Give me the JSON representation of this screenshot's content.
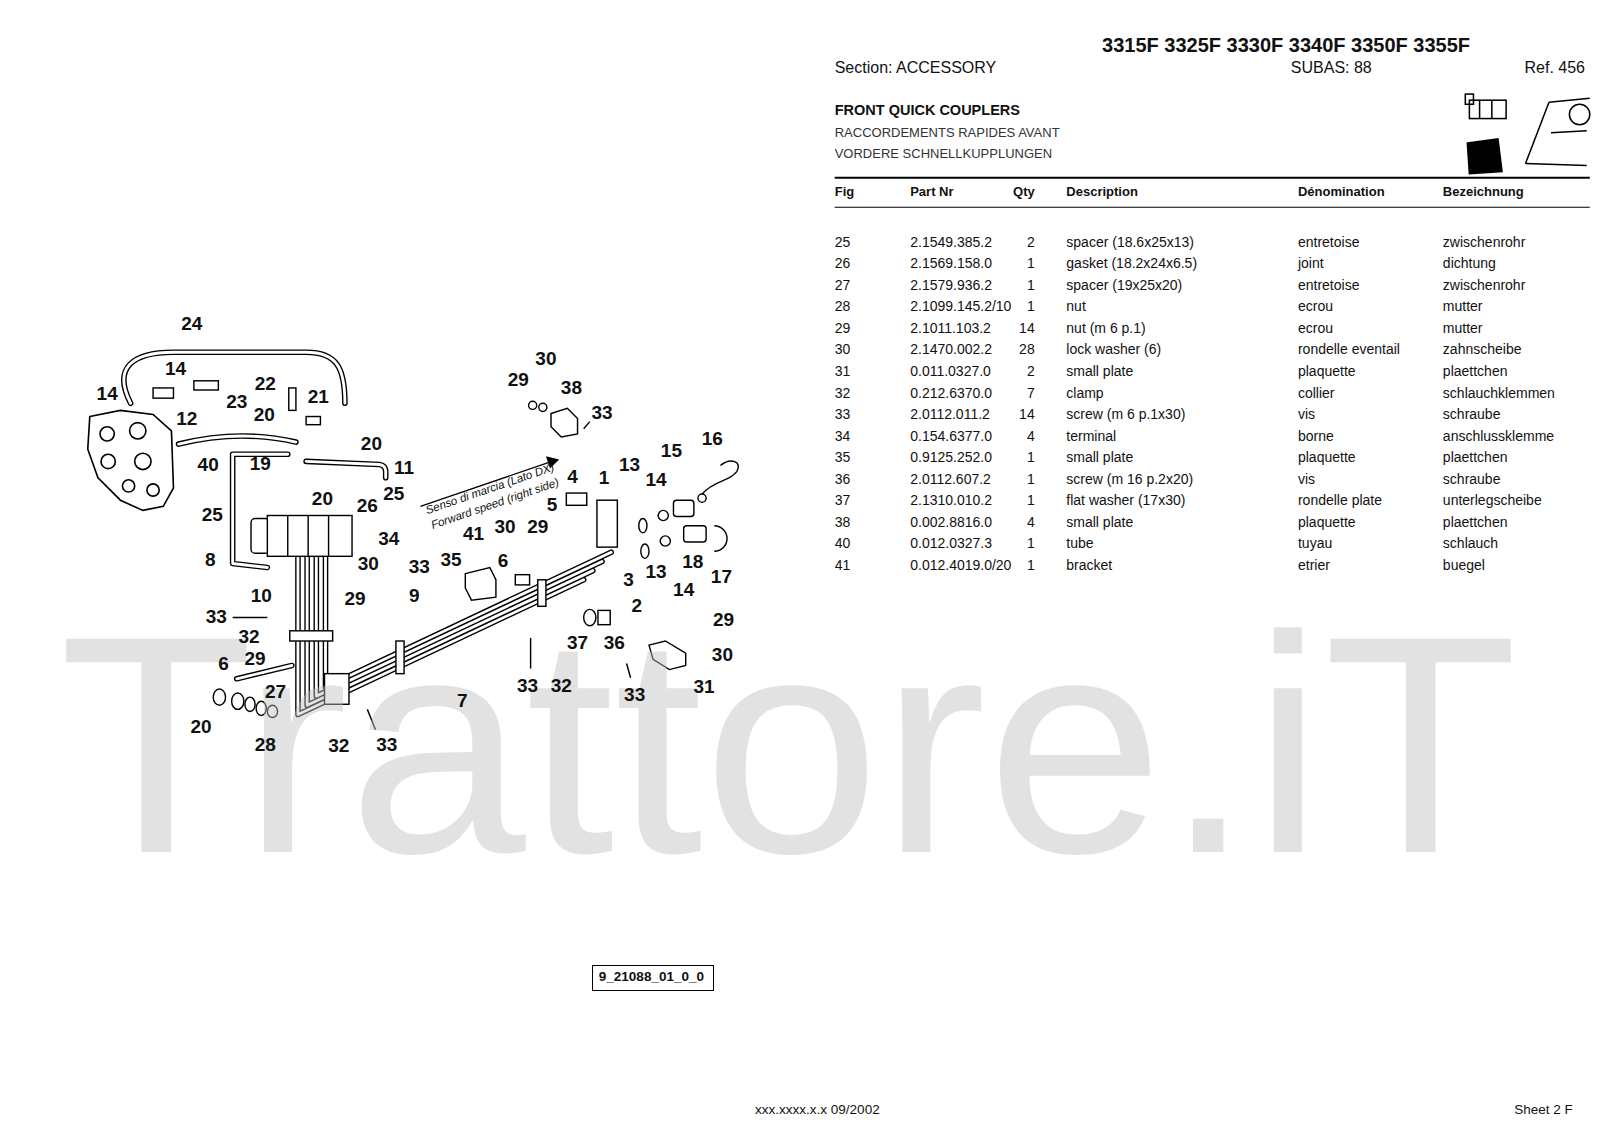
{
  "diagram": {
    "title": "FRONT QUICK COUPLERS",
    "nodes": [
      {
        "text": [
          "9_21088_01_0_0"
        ]
      }
    ],
    "labels": [
      "3315F 3325F 3330F 3340F 3350F 3355F",
      "Section: ACCESSORY",
      "SUBAS: 88",
      "Ref. 456",
      "RACCORDEMENTS RAPIDES AVANT",
      "VORDERE SCHNELLKUPPLUNGEN",
      "Fig",
      "Part Nr",
      "Qty",
      "Description",
      "Dénomination",
      "Bezeichnung",
      "25",
      "2.1549.385.2",
      "2",
      "spacer (18.6x25x13)",
      "entretoise",
      "zwischenrohr",
      "26",
      "2.1569.158.0",
      "1",
      "gasket (18.2x24x6.5)",
      "joint",
      "dichtung",
      "27",
      "2.1579.936.2",
      "1",
      "spacer (19x25x20)",
      "entretoise",
      "zwischenrohr",
      "28",
      "2.1099.145.2/10",
      "1",
      "nut",
      "ecrou",
      "mutter",
      "29",
      "2.1011.103.2",
      "14",
      "nut (m 6 p.1)",
      "ecrou",
      "mutter",
      "30",
      "2.1470.002.2",
      "28",
      "lock washer (6)",
      "rondelle eventail",
      "zahnscheibe",
      "31",
      "0.011.0327.0",
      "2",
      "small plate",
      "plaquette",
      "plaettchen",
      "32",
      "0.212.6370.0",
      "7",
      "clamp",
      "collier",
      "schlauchklemmen",
      "33",
      "2.0112.011.2",
      "14",
      "screw (m 6 p.1x30)",
      "vis",
      "schraube",
      "34",
      "0.154.6377.0",
      "4",
      "terminal",
      "borne",
      "anschlussklemme",
      "35",
      "0.9125.252.0",
      "1",
      "small plate",
      "plaquette",
      "plaettchen",
      "36",
      "2.0112.607.2",
      "1",
      "screw (m 16 p.2x20)",
      "vis",
      "schraube",
      "37",
      "2.1310.010.2",
      "1",
      "flat washer (17x30)",
      "rondelle plate",
      "unterlegscheibe",
      "38",
      "0.002.8816.0",
      "4",
      "small plate",
      "plaquette",
      "plaettchen",
      "40",
      "0.012.0327.3",
      "1",
      "tube",
      "tuyau",
      "schlauch",
      "41",
      "0.012.4019.0/20",
      "1",
      "bracket",
      "etrier",
      "buegel",
      "xxx.xxxx.x.x 09/2002",
      "Sheet 2 F",
      "Trattore.iT",
      "Senso di marcia (Lato DX)",
      "Forward speed (right side)",
      "24",
      "14",
      "14",
      "23",
      "22",
      "21",
      "12",
      "20",
      "20",
      "11",
      "40",
      "19",
      "20",
      "25",
      "26",
      "25",
      "8",
      "10",
      "33",
      "32",
      "29",
      "6",
      "27",
      "20",
      "28",
      "32",
      "33",
      "30",
      "29",
      "38",
      "33",
      "30",
      "29",
      "41",
      "35",
      "6",
      "34",
      "30",
      "33",
      "29",
      "9",
      "4",
      "5",
      "1",
      "13",
      "14",
      "15",
      "16",
      "3",
      "13",
      "14",
      "18",
      "17",
      "2",
      "37",
      "36",
      "33",
      "32",
      "7",
      "33",
      "31",
      "29",
      "30"
    ]
  }
}
